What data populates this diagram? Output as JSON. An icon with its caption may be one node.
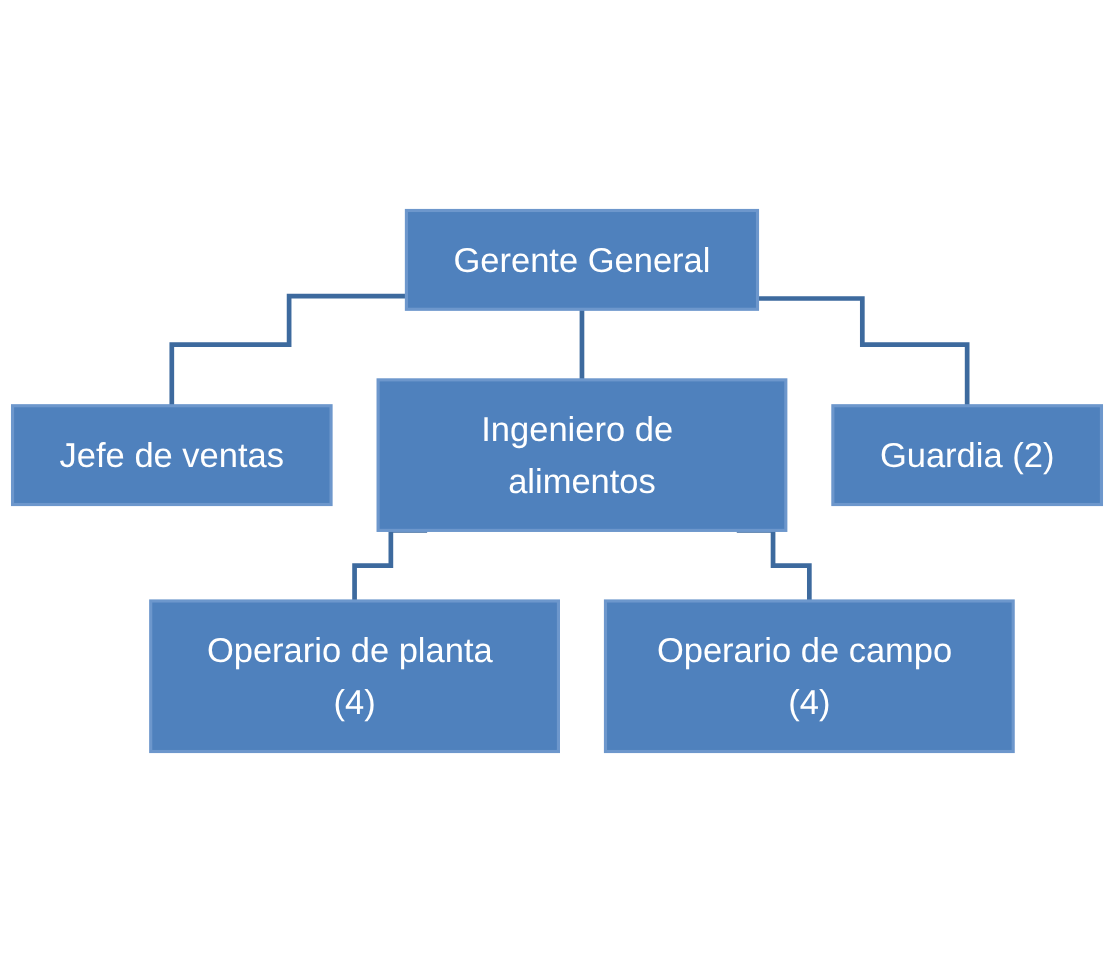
{
  "diagram": {
    "nodes": [
      {
        "text": [
          "Gerente General"
        ]
      },
      {
        "text": [
          "Jefe de ventas"
        ]
      },
      {
        "text": [
          "Ingeniero de alimentos"
        ]
      },
      {
        "text": [
          "Operario de planta (4)"
        ]
      },
      {
        "text": [
          "Guardia (2)"
        ]
      },
      {
        "text": [
          "Operario de campo (4)"
        ]
      }
    ],
    "edges": [
      {
        "from": 0,
        "to": 1,
        "arrow": "none"
      },
      {
        "from": 0,
        "to": 2,
        "arrow": "none"
      },
      {
        "from": 0,
        "to": 4,
        "arrow": "none"
      },
      {
        "from": 2,
        "to": 3,
        "arrow": "none"
      },
      {
        "from": 2,
        "to": 5,
        "arrow": "none"
      }
    ]
  }
}
